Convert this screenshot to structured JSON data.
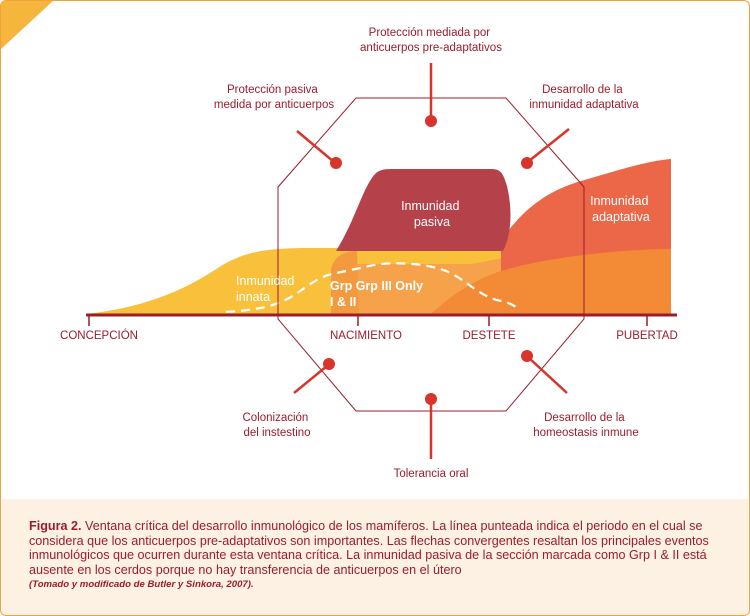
{
  "colors": {
    "dark_red": "#9b1c2b",
    "red": "#d9342b",
    "passive": "#b5424a",
    "adaptive": "#ec6648",
    "innate": "#f9c13b",
    "orange": "#f28a36",
    "caption_bg": "#fdf1e4"
  },
  "top_events": {
    "pre_adaptive": [
      "Protección mediada por",
      "anticuerpos pre-adaptativos"
    ],
    "passive_protection": [
      "Protección pasiva",
      "medida por anticuerpos"
    ],
    "adaptive_development": [
      "Desarrollo de la",
      "inmunidad adaptativa"
    ]
  },
  "bottom_events": {
    "colonization": [
      "Colonización",
      "del instestino"
    ],
    "oral_tolerance": [
      "Tolerancia oral"
    ],
    "homeostasis": [
      "Desarrollo de la",
      "homeostasis inmune"
    ]
  },
  "areas": {
    "passive": [
      "Inmunidad",
      "pasiva"
    ],
    "adaptive": [
      "Inmunidad",
      "adaptativa"
    ],
    "innate": [
      "Inmunidad",
      "innata"
    ],
    "grp": [
      "Grp Grp III Only",
      "I & II"
    ]
  },
  "timeline": {
    "conception": "CONCEPCIÓN",
    "birth": "NACIMIENTO",
    "weaning": "DESTETE",
    "puberty": "PUBERTAD"
  },
  "caption": {
    "label": "Figura 2.",
    "text": "Ventana crítica del desarrollo inmunológico de los mamíferos. La línea punteada indica el periodo en el cual se considera que los anticuerpos pre-adaptativos son importantes. Las flechas convergentes resaltan los principales eventos inmunológicos que ocurren durante esta ventana crítica. La inmunidad pasiva de la sección marcada como Grp I & II está ausente en los cerdos porque no hay transferencia de anticuerpos en el útero",
    "source": "(Tomado y modificado de Butler y Sinkora, 2007)."
  }
}
